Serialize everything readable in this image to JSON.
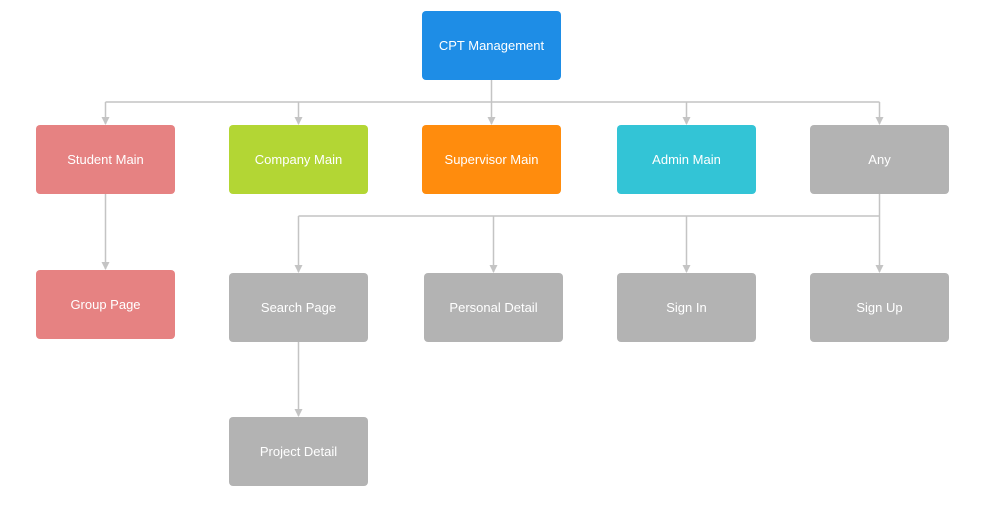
{
  "colors": {
    "line": "#c4c4c4",
    "blue": "#1e8de6",
    "red": "#e68282",
    "green": "#b3d634",
    "orange": "#ff8c0d",
    "cyan": "#33c4d6",
    "gray": "#b3b3b3"
  },
  "nodes": {
    "root": {
      "label": "CPT Management",
      "color": "blue"
    },
    "student": {
      "label": "Student Main",
      "color": "red"
    },
    "company": {
      "label": "Company Main",
      "color": "green"
    },
    "supervisor": {
      "label": "Supervisor Main",
      "color": "orange"
    },
    "admin": {
      "label": "Admin Main",
      "color": "cyan"
    },
    "any": {
      "label": "Any",
      "color": "gray"
    },
    "group": {
      "label": "Group Page",
      "color": "red"
    },
    "search": {
      "label": "Search Page",
      "color": "gray"
    },
    "personal": {
      "label": "Personal Detail",
      "color": "gray"
    },
    "signin": {
      "label": "Sign In",
      "color": "gray"
    },
    "signup": {
      "label": "Sign Up",
      "color": "gray"
    },
    "project": {
      "label": "Project Detail",
      "color": "gray"
    }
  },
  "edges": [
    {
      "from": "root",
      "to": "student"
    },
    {
      "from": "root",
      "to": "company"
    },
    {
      "from": "root",
      "to": "supervisor"
    },
    {
      "from": "root",
      "to": "admin"
    },
    {
      "from": "root",
      "to": "any"
    },
    {
      "from": "student",
      "to": "group"
    },
    {
      "from": "any",
      "to": "search"
    },
    {
      "from": "any",
      "to": "personal"
    },
    {
      "from": "any",
      "to": "signin"
    },
    {
      "from": "any",
      "to": "signup"
    },
    {
      "from": "search",
      "to": "project"
    }
  ]
}
